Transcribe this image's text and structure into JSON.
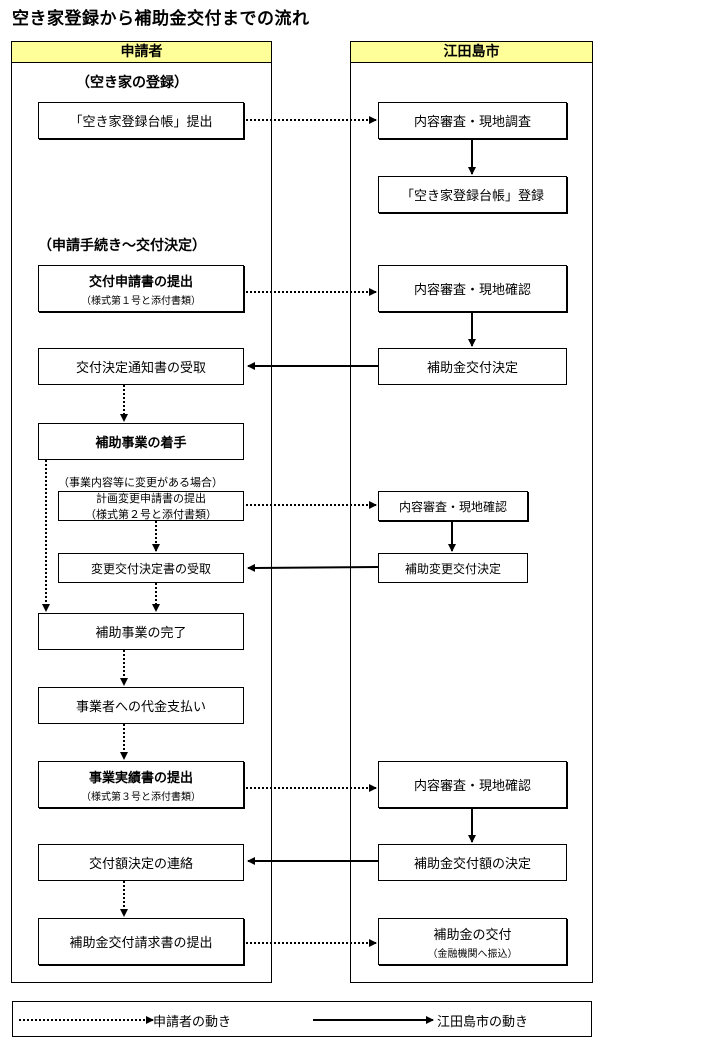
{
  "title": "空き家登録から補助金交付までの流れ",
  "lanes": {
    "applicant": "申請者",
    "city": "江田島市"
  },
  "sections": {
    "registration": "（空き家の登録）",
    "application": "（申請手続き～交付決定）"
  },
  "applicant": {
    "submit_ledger": "「空き家登録台帳」提出",
    "grant_application": "交付申請書の提出",
    "grant_application_sub": "（様式第１号と添付書類）",
    "receive_decision": "交付決定通知書の受取",
    "start_project": "補助事業の着手",
    "change_note": "（事業内容等に変更がある場合）",
    "change_application": "計画変更申請書の提出",
    "change_application_sub": "（様式第２号と添付書類）",
    "receive_change": "変更交付決定書の受取",
    "complete_project": "補助事業の完了",
    "pay_contractor": "事業者への代金支払い",
    "results_report": "事業実績書の提出",
    "results_report_sub": "（様式第３号と添付書類）",
    "amount_notice": "交付額決定の連絡",
    "claim_submit": "補助金交付請求書の提出"
  },
  "city": {
    "review_survey": "内容審査・現地調査",
    "register_ledger": "「空き家登録台帳」登録",
    "review_confirm_1": "内容審査・現地確認",
    "grant_decision": "補助金交付決定",
    "review_confirm_2": "内容審査・現地確認",
    "change_decision": "補助変更交付決定",
    "review_confirm_3": "内容審査・現地確認",
    "amount_decision": "補助金交付額の決定",
    "grant_payment": "補助金の交付",
    "grant_payment_sub": "（金融機関へ振込）"
  },
  "legend": {
    "applicant_move": "申請者の動き",
    "city_move": "江田島市の動き"
  }
}
